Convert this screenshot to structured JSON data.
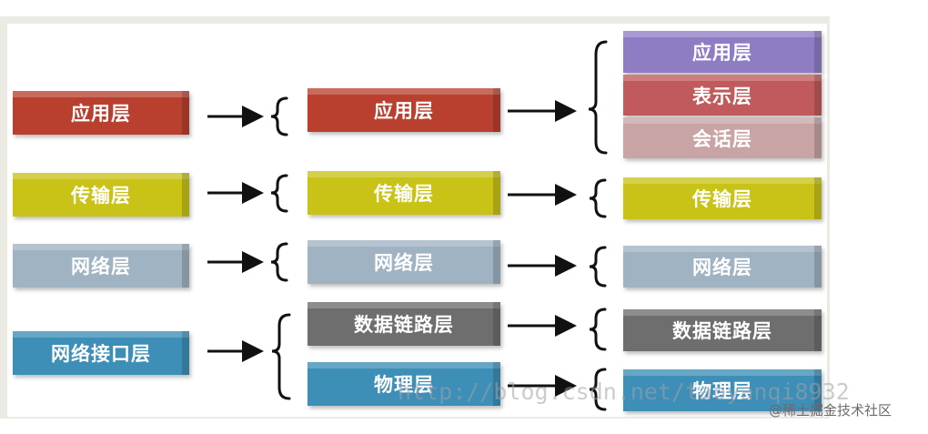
{
  "colors": {
    "application": "#b9402f",
    "presentation": "#c05a5c",
    "session": "#c9a4a4",
    "transport": "#c9c317",
    "network": "#9fb3c2",
    "datalink": "#6e6e6e",
    "physical": "#3d8fb7",
    "osi_application": "#8f7dc4"
  },
  "col1": {
    "application": "应用层",
    "transport": "传输层",
    "network": "网络层",
    "interface": "网络接口层"
  },
  "col2": {
    "application": "应用层",
    "transport": "传输层",
    "network": "网络层",
    "datalink": "数据链路层",
    "physical": "物理层"
  },
  "col3": {
    "application": "应用层",
    "presentation": "表示层",
    "session": "会话层",
    "transport": "传输层",
    "network": "网络层",
    "datalink": "数据链路层",
    "physical": "物理层"
  },
  "watermark": "http://blog.csdn.net/taoyanqi8932",
  "credit": "@稀土掘金技术社区"
}
